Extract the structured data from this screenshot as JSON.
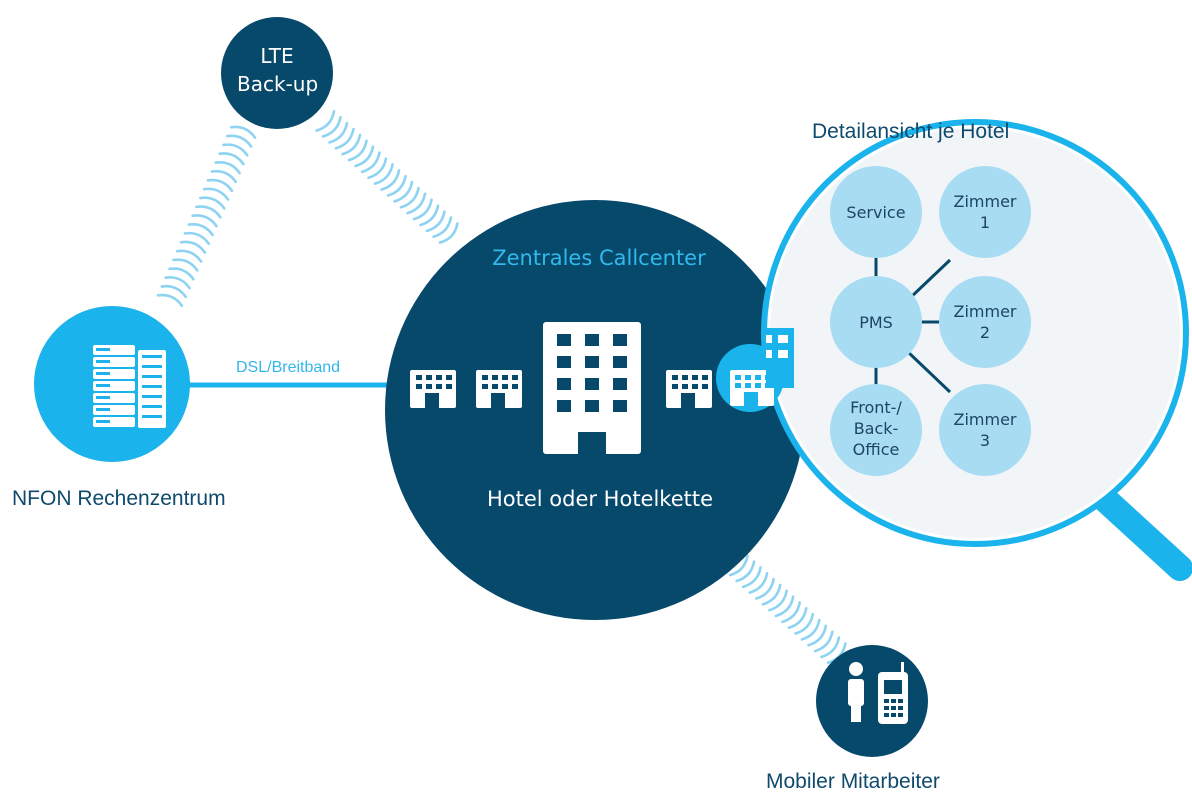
{
  "lte": {
    "line1": "LTE",
    "line2": "Back-up"
  },
  "detail": {
    "title": "Detailansicht je Hotel",
    "service": "Service",
    "zimmer1": "Zimmer 1",
    "pms": "PMS",
    "zimmer2": "Zimmer 2",
    "front_line1": "Front-/",
    "front_line2": "Back-",
    "front_line3": "Office",
    "zimmer3": "Zimmer 3"
  },
  "callcenter": "Zentrales Callcenter",
  "hotel": "Hotel oder Hotelkette",
  "dsl": "DSL/Breitband",
  "nfon": "NFON Rechenzentrum",
  "mobile": "Mobiler Mitarbeiter",
  "colors": {
    "dark_blue": "#07496b",
    "bright_blue": "#1ab3ec",
    "light_blue": "#a8dcf3",
    "signal": "#8ed3f2"
  },
  "icons": [
    "server-rack-icon",
    "building-icon",
    "person-icon",
    "mobile-phone-icon",
    "magnifier-icon",
    "wireless-signal-icon"
  ]
}
